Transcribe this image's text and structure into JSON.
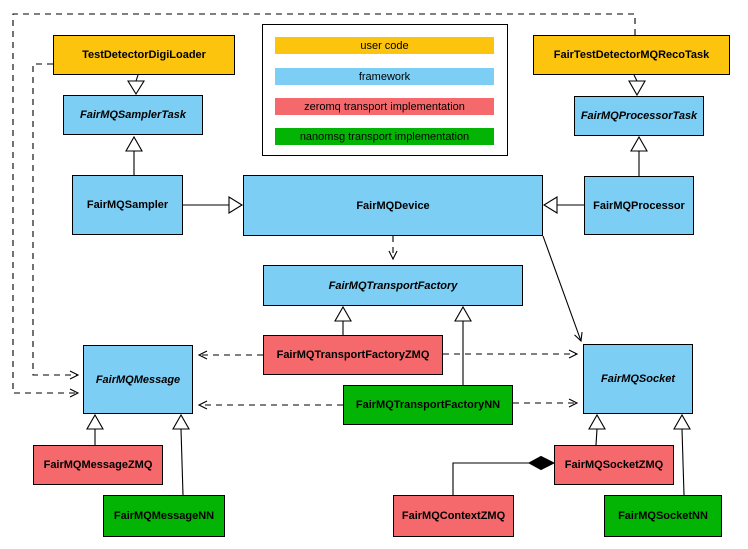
{
  "diagram_type": "uml-class-diagram",
  "colors": {
    "user_code": "#FCC40D",
    "framework": "#7CCEF4",
    "zeromq": "#F5696C",
    "nanomsg": "#04B404",
    "border": "#000000",
    "background": "#FFFFFF"
  },
  "legend": {
    "items": [
      {
        "label": "user code",
        "color": "#FCC40D"
      },
      {
        "label": "framework",
        "color": "#7CCEF4"
      },
      {
        "label": "zeromq transport implementation",
        "color": "#F5696C"
      },
      {
        "label": "nanomsg transport implementation",
        "color": "#04B404"
      }
    ]
  },
  "nodes": {
    "test_detector_digi_loader": {
      "label": "TestDetectorDigiLoader",
      "category": "user code",
      "abstract": false
    },
    "fair_test_detector_mq_reco_task": {
      "label": "FairTestDetectorMQRecoTask",
      "category": "user code",
      "abstract": false
    },
    "fair_mq_sampler_task": {
      "label": "FairMQSamplerTask",
      "category": "framework",
      "abstract": true
    },
    "fair_mq_processor_task": {
      "label": "FairMQProcessorTask",
      "category": "framework",
      "abstract": true
    },
    "fair_mq_sampler": {
      "label": "FairMQSampler",
      "category": "framework",
      "abstract": false
    },
    "fair_mq_device": {
      "label": "FairMQDevice",
      "category": "framework",
      "abstract": false
    },
    "fair_mq_processor": {
      "label": "FairMQProcessor",
      "category": "framework",
      "abstract": false
    },
    "fair_mq_transport_factory": {
      "label": "FairMQTransportFactory",
      "category": "framework",
      "abstract": true
    },
    "fair_mq_transport_factory_zmq": {
      "label": "FairMQTransportFactoryZMQ",
      "category": "zeromq transport implementation",
      "abstract": false
    },
    "fair_mq_transport_factory_nn": {
      "label": "FairMQTransportFactoryNN",
      "category": "nanomsg transport implementation",
      "abstract": false
    },
    "fair_mq_message": {
      "label": "FairMQMessage",
      "category": "framework",
      "abstract": true
    },
    "fair_mq_socket": {
      "label": "FairMQSocket",
      "category": "framework",
      "abstract": true
    },
    "fair_mq_message_zmq": {
      "label": "FairMQMessageZMQ",
      "category": "zeromq transport implementation",
      "abstract": false
    },
    "fair_mq_message_nn": {
      "label": "FairMQMessageNN",
      "category": "nanomsg transport implementation",
      "abstract": false
    },
    "fair_mq_socket_zmq": {
      "label": "FairMQSocketZMQ",
      "category": "zeromq transport implementation",
      "abstract": false
    },
    "fair_mq_socket_nn": {
      "label": "FairMQSocketNN",
      "category": "nanomsg transport implementation",
      "abstract": false
    },
    "fair_mq_context_zmq": {
      "label": "FairMQContextZMQ",
      "category": "zeromq transport implementation",
      "abstract": false
    }
  },
  "edges": [
    {
      "from": "TestDetectorDigiLoader",
      "to": "FairMQSamplerTask",
      "style": "solid",
      "head": "hollow-triangle"
    },
    {
      "from": "FairMQSampler",
      "to": "FairMQSamplerTask",
      "style": "solid",
      "head": "hollow-triangle"
    },
    {
      "from": "FairTestDetectorMQRecoTask",
      "to": "FairMQProcessorTask",
      "style": "solid",
      "head": "hollow-triangle"
    },
    {
      "from": "FairMQProcessor",
      "to": "FairMQProcessorTask",
      "style": "solid",
      "head": "hollow-triangle"
    },
    {
      "from": "FairMQSampler",
      "to": "FairMQDevice",
      "style": "solid",
      "head": "hollow-triangle"
    },
    {
      "from": "FairMQProcessor",
      "to": "FairMQDevice",
      "style": "solid",
      "head": "hollow-triangle"
    },
    {
      "from": "FairMQDevice",
      "to": "FairMQTransportFactory",
      "style": "dashed",
      "head": "open-arrow"
    },
    {
      "from": "FairMQDevice",
      "to": "FairMQSocket",
      "style": "solid",
      "head": "open-arrow"
    },
    {
      "from": "FairMQTransportFactoryZMQ",
      "to": "FairMQTransportFactory",
      "style": "solid",
      "head": "hollow-triangle"
    },
    {
      "from": "FairMQTransportFactoryNN",
      "to": "FairMQTransportFactory",
      "style": "solid",
      "head": "hollow-triangle"
    },
    {
      "from": "FairMQTransportFactoryZMQ",
      "to": "FairMQMessage",
      "style": "dashed",
      "head": "open-arrow"
    },
    {
      "from": "FairMQTransportFactoryZMQ",
      "to": "FairMQSocket",
      "style": "dashed",
      "head": "open-arrow"
    },
    {
      "from": "FairMQTransportFactoryNN",
      "to": "FairMQMessage",
      "style": "dashed",
      "head": "open-arrow"
    },
    {
      "from": "FairMQTransportFactoryNN",
      "to": "FairMQSocket",
      "style": "dashed",
      "head": "open-arrow"
    },
    {
      "from": "TestDetectorDigiLoader",
      "to": "FairMQMessage",
      "style": "dashed",
      "head": "open-arrow"
    },
    {
      "from": "FairTestDetectorMQRecoTask",
      "to": "FairMQMessage",
      "style": "dashed",
      "head": "open-arrow"
    },
    {
      "from": "FairMQMessageZMQ",
      "to": "FairMQMessage",
      "style": "solid",
      "head": "hollow-triangle"
    },
    {
      "from": "FairMQMessageNN",
      "to": "FairMQMessage",
      "style": "solid",
      "head": "hollow-triangle"
    },
    {
      "from": "FairMQSocketZMQ",
      "to": "FairMQSocket",
      "style": "solid",
      "head": "hollow-triangle"
    },
    {
      "from": "FairMQSocketNN",
      "to": "FairMQSocket",
      "style": "solid",
      "head": "hollow-triangle"
    },
    {
      "from": "FairMQContextZMQ",
      "to": "FairMQSocketZMQ",
      "style": "solid",
      "head": "filled-diamond"
    }
  ]
}
